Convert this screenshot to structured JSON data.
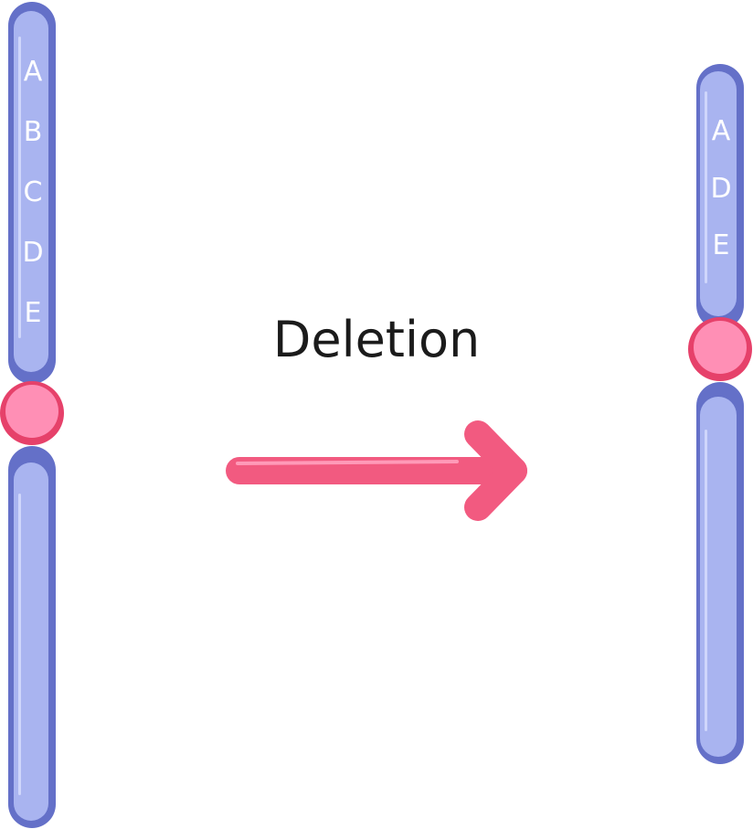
{
  "title": "Deletion",
  "before": {
    "genes": [
      "A",
      "B",
      "C",
      "D",
      "E"
    ]
  },
  "after": {
    "genes": [
      "A",
      "D",
      "E"
    ]
  },
  "colors": {
    "arm_outline": "#6470c8",
    "arm_fill": "#a9b4f0",
    "centromere_outline": "#e6416a",
    "centromere_fill": "#ff8fb5",
    "arrow": "#f25a80",
    "arrow_highlight": "#ff9ab8",
    "title_text": "#1b1b1b",
    "gene_text": "#ffffff"
  }
}
